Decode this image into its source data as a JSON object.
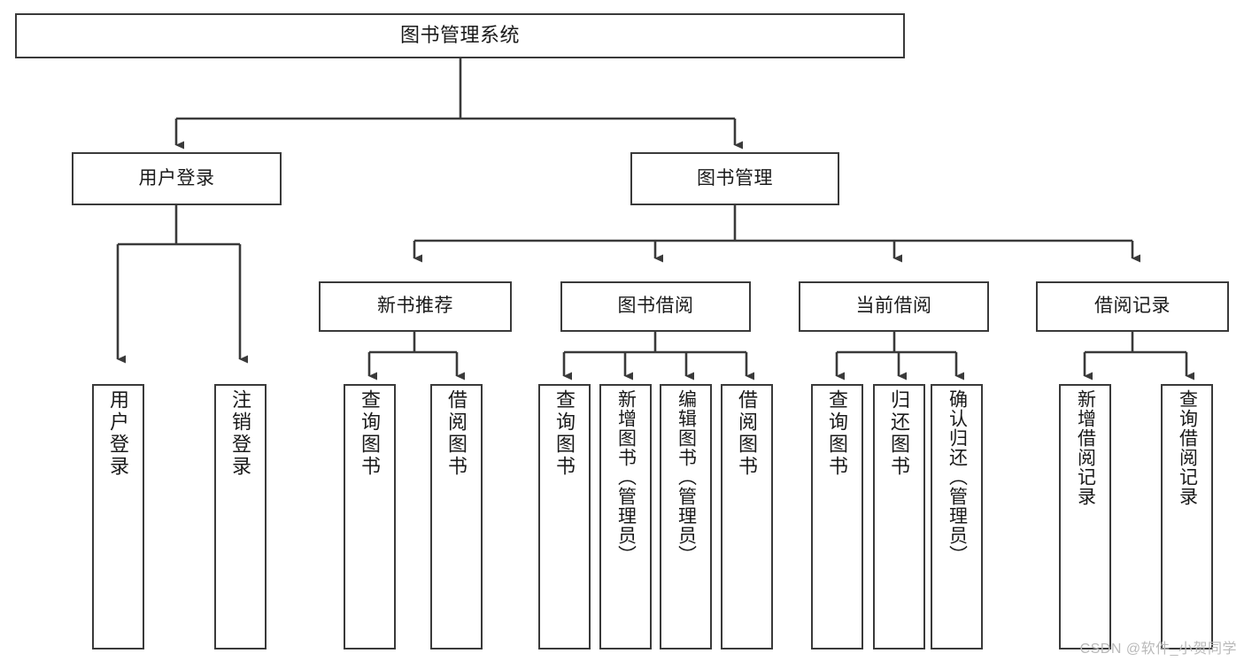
{
  "diagram": {
    "title": "图书管理系统",
    "type": "tree-hierarchy-chart",
    "watermark": "CSDN @软件_小贺同学",
    "stroke_color": "#3a3a3a",
    "fill_color": "#ffffff",
    "text_color": "#1a1a1a"
  },
  "nodes": {
    "root": {
      "label": "图书管理系统"
    },
    "level2": [
      {
        "label": "用户登录"
      },
      {
        "label": "图书管理"
      }
    ],
    "level3": [
      {
        "label": "新书推荐"
      },
      {
        "label": "图书借阅"
      },
      {
        "label": "当前借阅"
      },
      {
        "label": "借阅记录"
      }
    ],
    "leaves": [
      {
        "label": "用户登录"
      },
      {
        "label": "注销登录"
      },
      {
        "label": "查询图书"
      },
      {
        "label": "借阅图书"
      },
      {
        "label": "查询图书"
      },
      {
        "label": "新增图书（管理员）"
      },
      {
        "label": "编辑图书（管理员）"
      },
      {
        "label": "借阅图书"
      },
      {
        "label": "查询图书"
      },
      {
        "label": "归还图书"
      },
      {
        "label": "确认归还（管理员）"
      },
      {
        "label": "新增借阅记录"
      },
      {
        "label": "查询借阅记录"
      }
    ]
  }
}
